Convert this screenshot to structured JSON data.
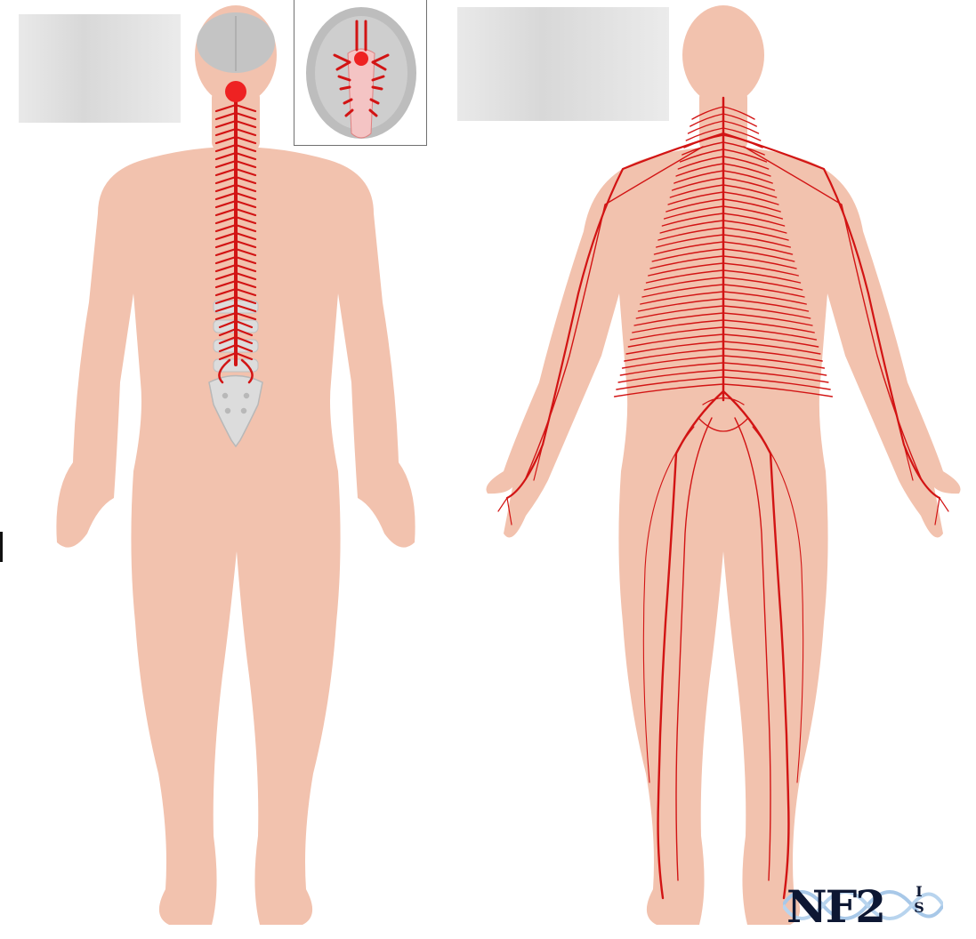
{
  "logo": {
    "main_text": "NF2",
    "sup_text_top": "I",
    "sup_text_bottom": "S"
  },
  "colors": {
    "skin": "#f2c2ae",
    "skin_shadow": "#eab49f",
    "nerve": "#d21414",
    "nerve_bright": "#ee2222",
    "bone": "#d9d9d9",
    "brain": "#c4c4c4",
    "logo_text": "#0d1733",
    "helix": "#a8c8e8"
  },
  "figures": [
    {
      "name": "central-nervous-system",
      "view": "posterior"
    },
    {
      "name": "peripheral-nervous-system",
      "view": "posterior"
    }
  ],
  "inset": {
    "subject": "brain-stem-inferior-view"
  }
}
